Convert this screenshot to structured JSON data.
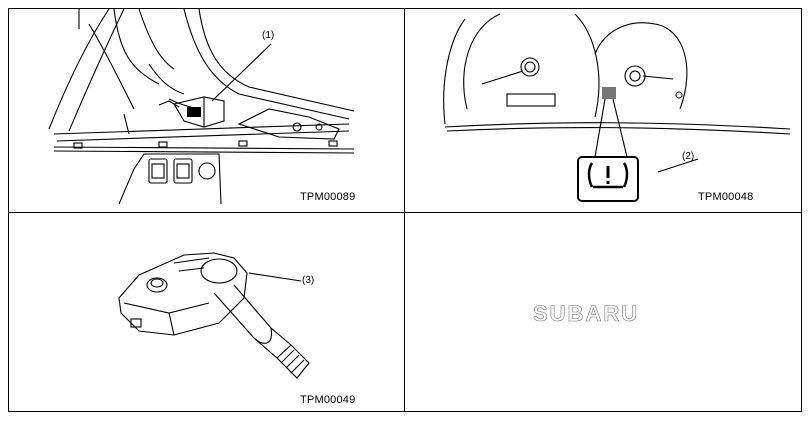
{
  "panels": [
    {
      "id": "tl",
      "callout": "(1)",
      "caption": "TPM00089"
    },
    {
      "id": "tr",
      "callout": "(2)",
      "caption": "TPM00048"
    },
    {
      "id": "bl",
      "callout": "(3)",
      "caption": "TPM00049"
    },
    {
      "id": "br",
      "logo": "SUBARU"
    }
  ],
  "icons": [
    "tpms-receiver-icon",
    "tpms-warning-light-icon",
    "tpms-valve-sensor-icon"
  ]
}
